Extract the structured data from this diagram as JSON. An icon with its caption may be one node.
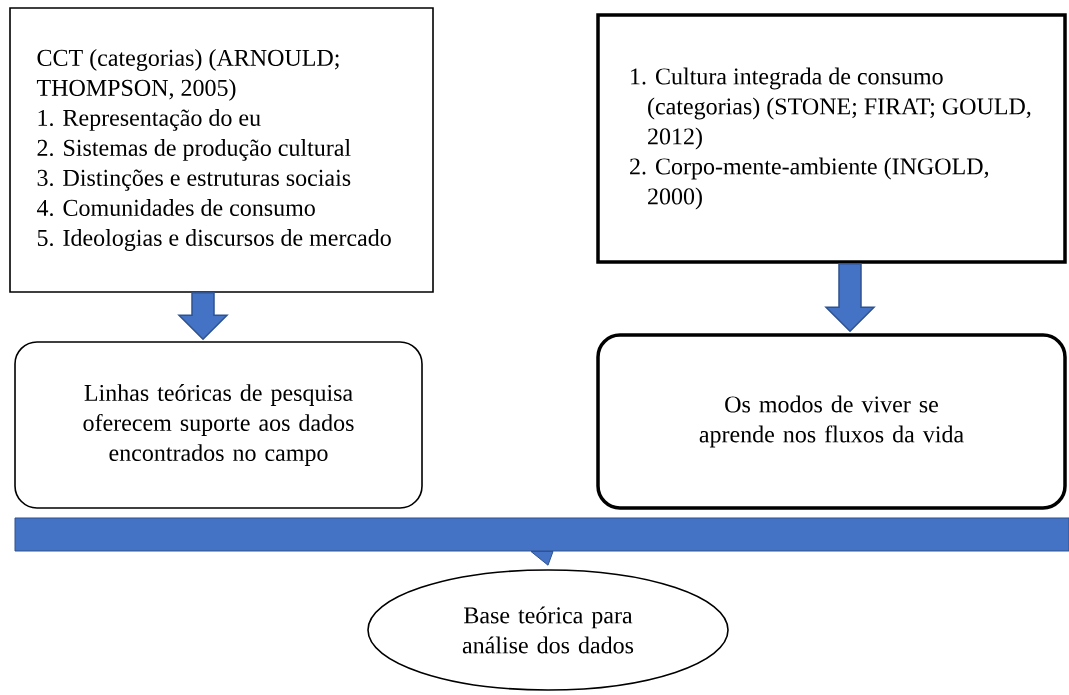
{
  "diagram": {
    "nodes": [
      {
        "text": [
          "CCT (categorias) (ARNOULD; THOMPSON, 2005)",
          "1. Representação do eu",
          "2. Sistemas de produção cultural",
          "3. Distinções e estruturas sociais",
          "4. Comunidades de consumo",
          "5. Ideologias e discursos de mercado"
        ]
      },
      {
        "text": [
          "1. Cultura integrada de consumo (categorias) (STONE; FIRAT; GOULD, 2012)",
          "2. Corpo-mente-ambiente (INGOLD, 2000)"
        ]
      },
      {
        "text": [
          "Linhas teóricas de pesquisa oferecem suporte aos dados encontrados no campo"
        ]
      },
      {
        "text": [
          "Os modos de viver se aprende nos fluxos da vida"
        ]
      },
      {
        "text": [],
        "shape": "bar"
      },
      {
        "text": [
          "Base teórica para análise dos dados"
        ]
      }
    ],
    "edges": [
      {
        "from": 0,
        "to": 2,
        "arrow": "to"
      },
      {
        "from": 1,
        "to": 3,
        "arrow": "to"
      },
      {
        "from": 4,
        "to": 5,
        "arrow": "to"
      }
    ]
  }
}
